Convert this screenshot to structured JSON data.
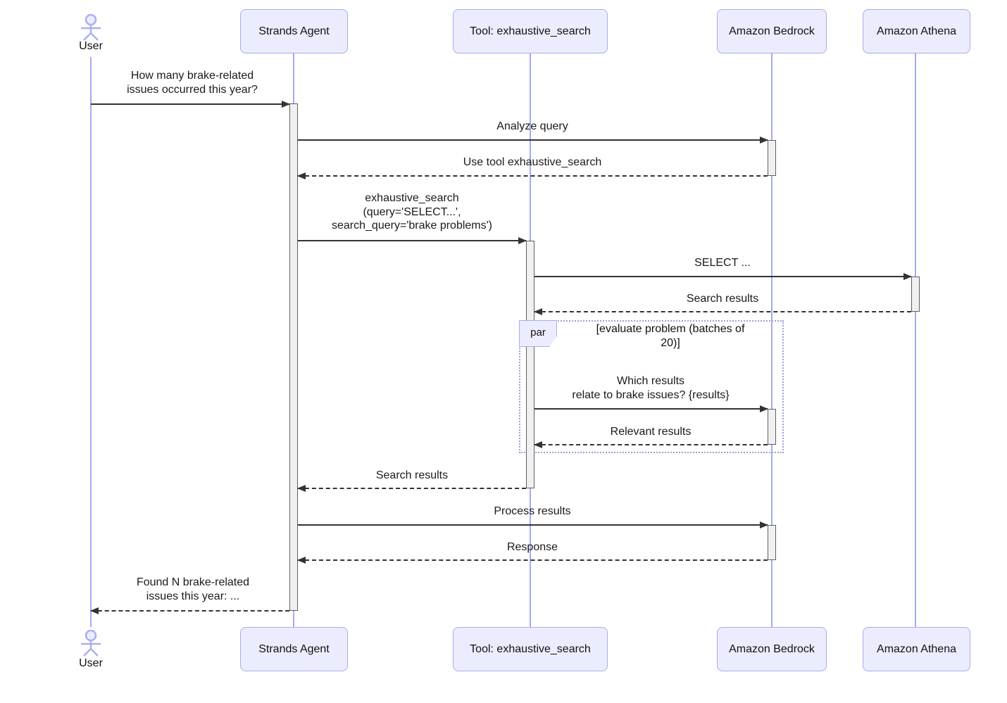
{
  "diagram_type": "sequence-diagram",
  "participants": [
    {
      "label": "User",
      "kind": "actor"
    },
    {
      "label": "Strands Agent",
      "kind": "participant"
    },
    {
      "label": "Tool: exhaustive_search",
      "kind": "participant"
    },
    {
      "label": "Amazon Bedrock",
      "kind": "participant"
    },
    {
      "label": "Amazon Athena",
      "kind": "participant"
    }
  ],
  "messages": [
    {
      "from": "User",
      "to": "Strands Agent",
      "style": "solid",
      "text": "How many brake-related\nissues occurred this year?"
    },
    {
      "from": "Strands Agent",
      "to": "Amazon Bedrock",
      "style": "solid",
      "text": "Analyze query"
    },
    {
      "from": "Amazon Bedrock",
      "to": "Strands Agent",
      "style": "dashed",
      "text": "Use tool exhaustive_search"
    },
    {
      "from": "Strands Agent",
      "to": "Tool: exhaustive_search",
      "style": "solid",
      "text": "exhaustive_search\n(query='SELECT...',\nsearch_query='brake problems')"
    },
    {
      "from": "Tool: exhaustive_search",
      "to": "Amazon Athena",
      "style": "solid",
      "text": "SELECT ..."
    },
    {
      "from": "Amazon Athena",
      "to": "Tool: exhaustive_search",
      "style": "dashed",
      "text": "Search results"
    },
    {
      "from": "Tool: exhaustive_search",
      "to": "Amazon Bedrock",
      "style": "solid",
      "text": "Which results\nrelate to brake issues? {results}"
    },
    {
      "from": "Amazon Bedrock",
      "to": "Tool: exhaustive_search",
      "style": "dashed",
      "text": "Relevant results"
    },
    {
      "from": "Tool: exhaustive_search",
      "to": "Strands Agent",
      "style": "dashed",
      "text": "Search results"
    },
    {
      "from": "Strands Agent",
      "to": "Amazon Bedrock",
      "style": "solid",
      "text": "Process results"
    },
    {
      "from": "Amazon Bedrock",
      "to": "Strands Agent",
      "style": "dashed",
      "text": "Response"
    },
    {
      "from": "Strands Agent",
      "to": "User",
      "style": "dashed",
      "text": "Found N brake-related\nissues this year: ..."
    }
  ],
  "par_block": {
    "label": "par",
    "condition": "[evaluate problem (batches of\n20)]"
  },
  "colors": {
    "participant_fill": "#ECECFF",
    "participant_border": "#A7ABEC",
    "lifeline": "#A5AAF1",
    "activation_fill": "#F0F0F0",
    "activation_border": "#5F5F5F",
    "arrow": "#333333",
    "par_border": "#9D9DD8",
    "text": "#111111",
    "background": "#FFFFFF"
  }
}
